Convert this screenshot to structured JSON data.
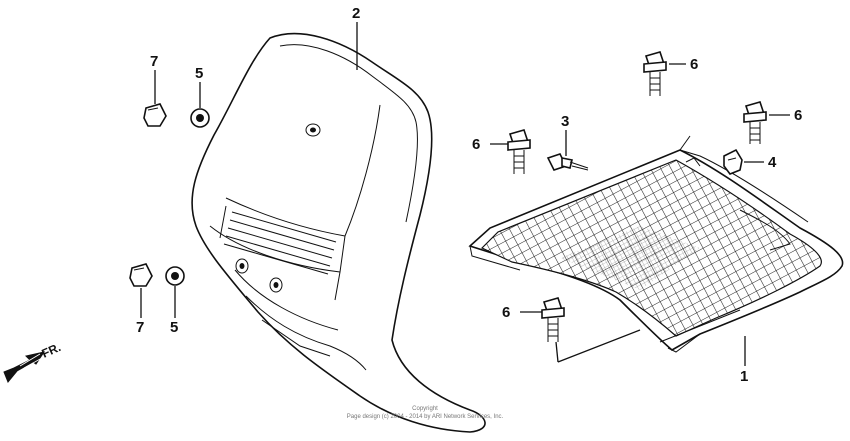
{
  "callouts": {
    "n2": "2",
    "n7_top": "7",
    "n5_top": "5",
    "n7_bottom": "7",
    "n5_bottom": "5",
    "n3": "3",
    "n6_top_center": "6",
    "n6_right": "6",
    "n6_left": "6",
    "n6_bottom": "6",
    "n4": "4",
    "n1": "1"
  },
  "direction_label": "FR.",
  "copyright": {
    "line1": "Copyright",
    "line2": "Page design (c) 2004 - 2014 by ARI Network Services, Inc."
  },
  "colors": {
    "ink": "#111111",
    "paper": "#ffffff"
  }
}
